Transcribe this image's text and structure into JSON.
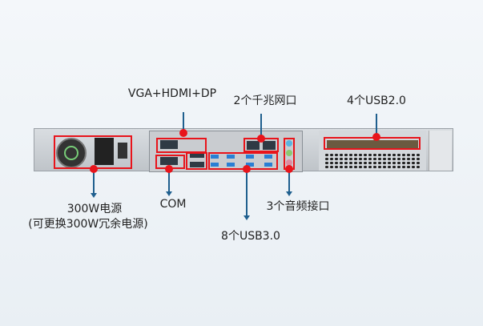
{
  "labels": {
    "vga_hdmi_dp": "VGA+HDMI+DP",
    "lan": "2个千兆网口",
    "usb2": "4个USB2.0",
    "psu": "300W电源",
    "psu_note": "(可更换300W冗余电源)",
    "com": "COM",
    "audio": "3个音频接口",
    "usb3": "8个USB3.0"
  },
  "colors": {
    "highlight": "#e8141b",
    "leader_line": "#1f5f8e"
  }
}
